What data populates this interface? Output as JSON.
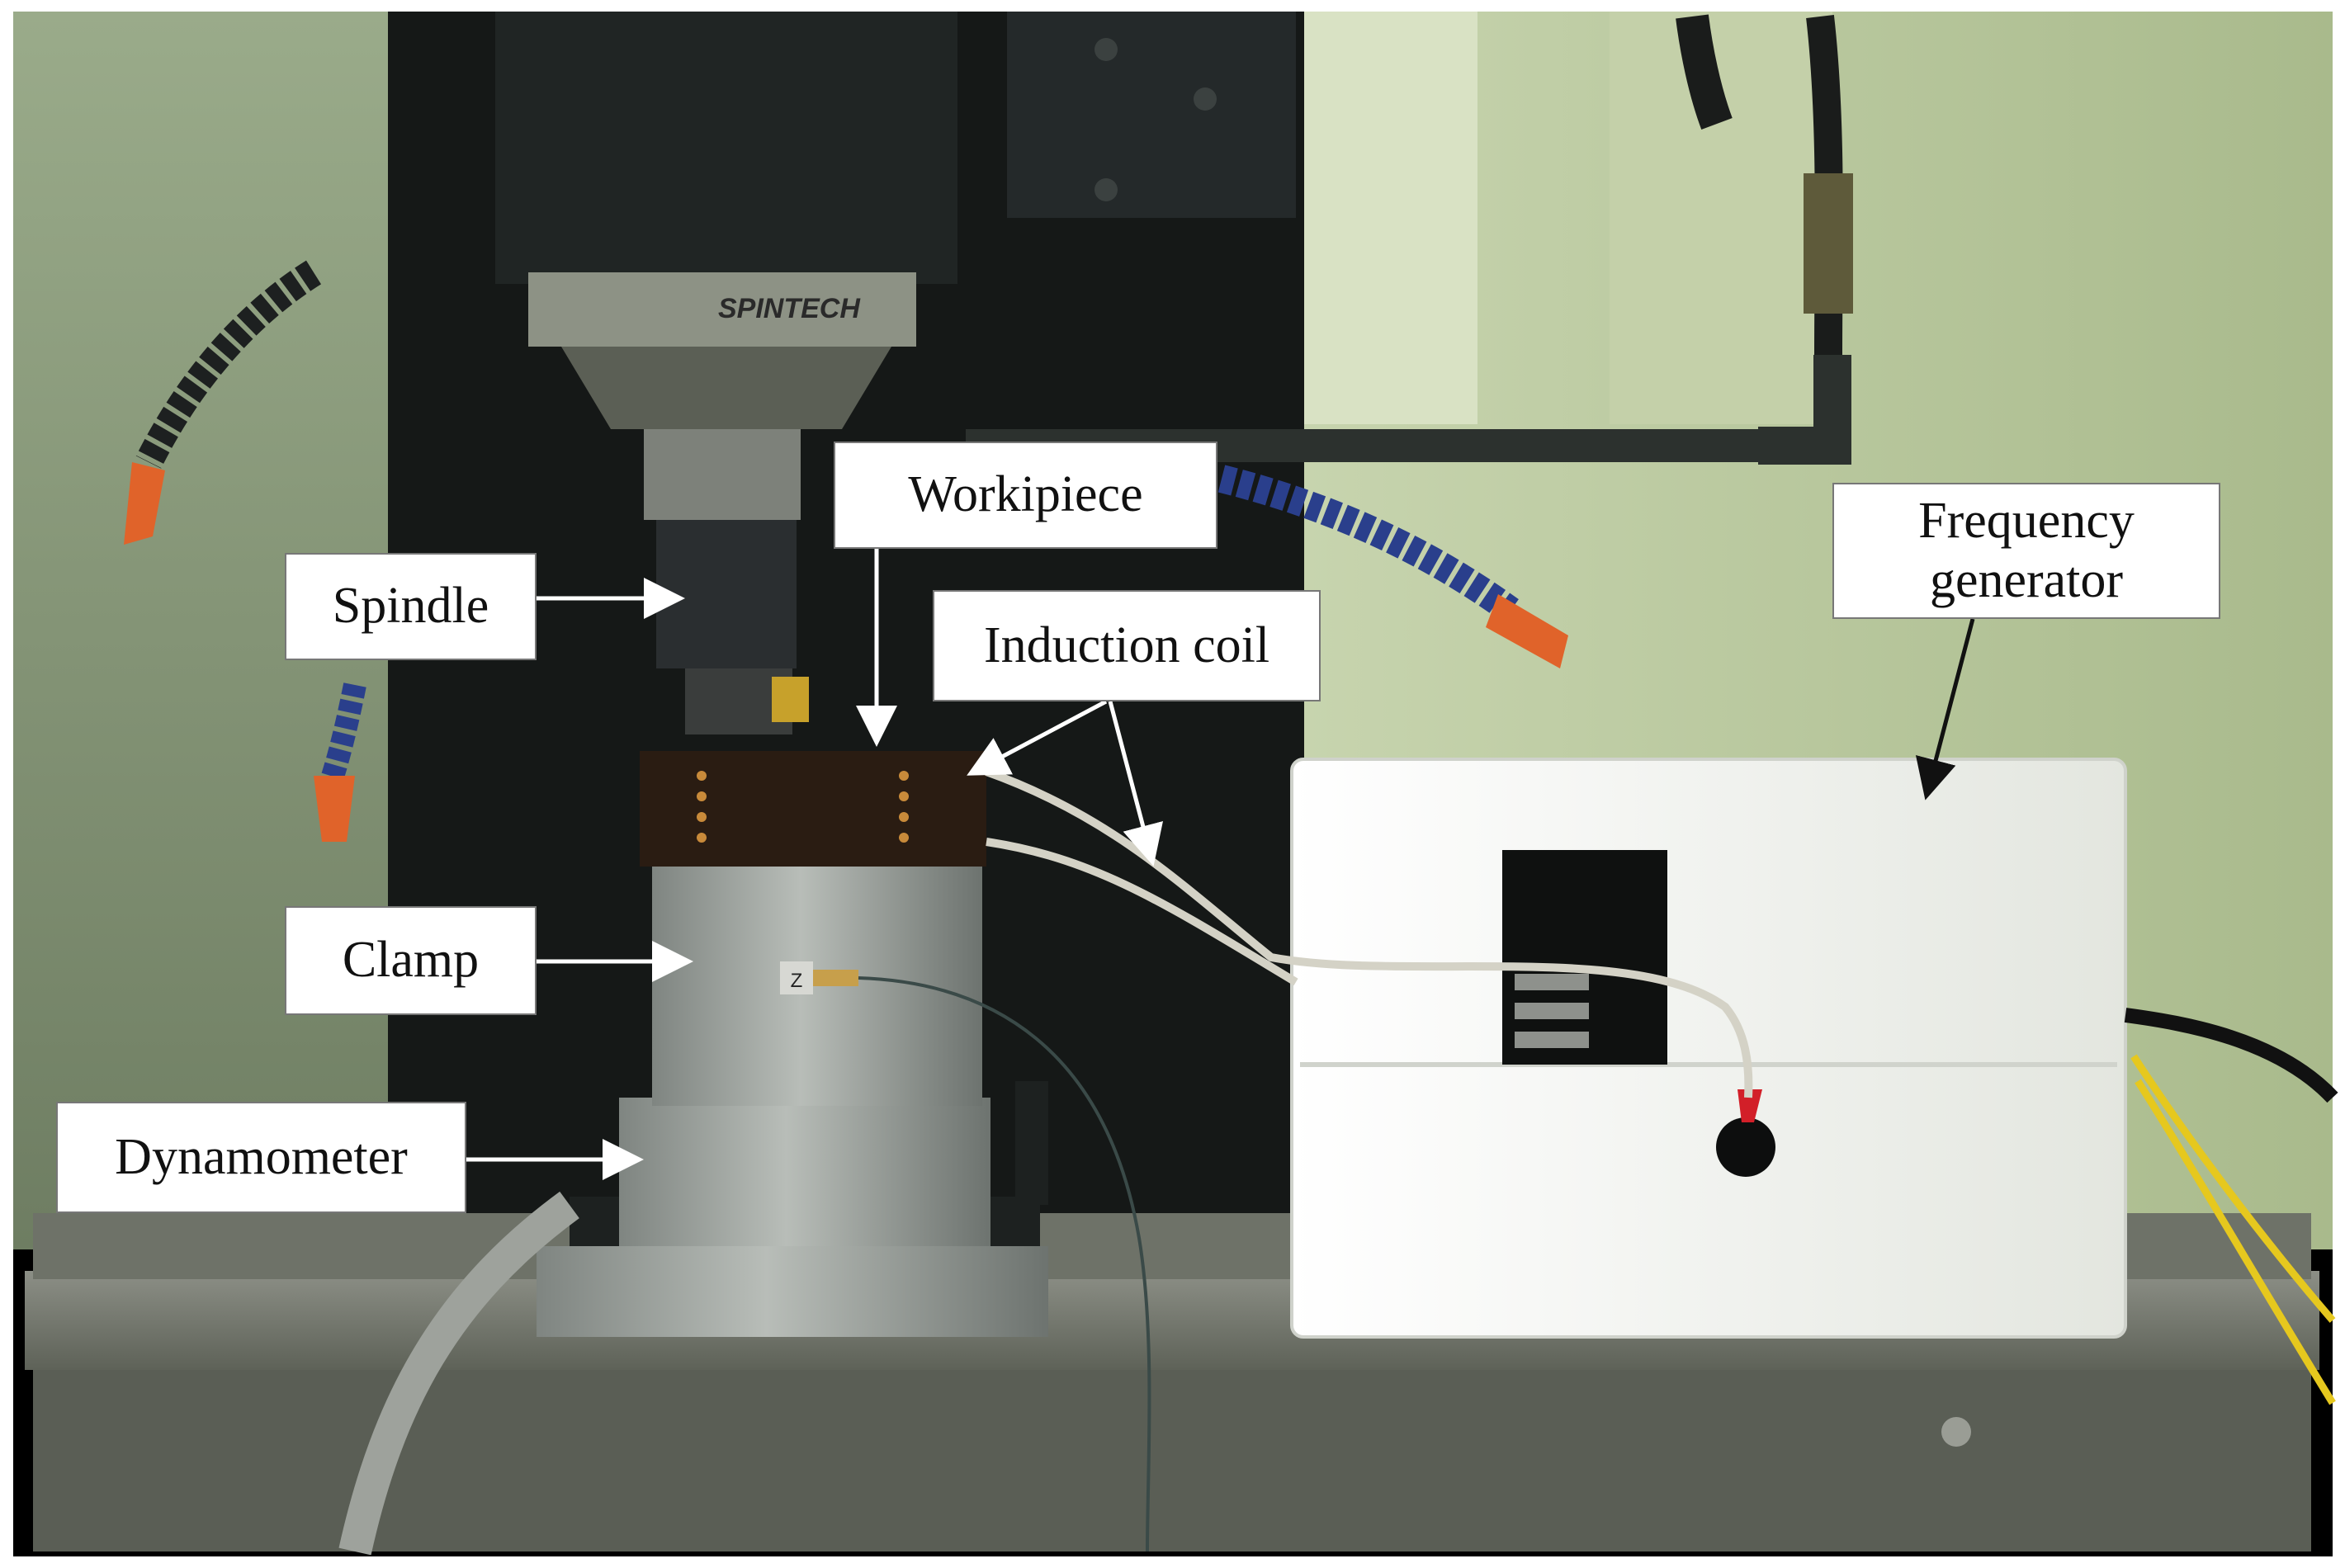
{
  "photo": {
    "spindle_brand": "SPINTECH",
    "sensor_axis_mark": "Z"
  },
  "labels": {
    "workpiece": "Workipiece",
    "spindle": "Spindle",
    "induction_coil": "Induction coil",
    "frequency_generator_line1": "Frequency",
    "frequency_generator_line2": "generator",
    "clamp": "Clamp",
    "dynamometer": "Dynamometer"
  },
  "colors": {
    "background_wall": "#b9c9a2",
    "machine_dark": "#1a1d1c",
    "metal": "#9aa09c",
    "generator_box": "#f4f5f2",
    "coolant_orange": "#e0632a",
    "coolant_blue": "#2a3f8c",
    "cable_yellow": "#e6c81e"
  }
}
